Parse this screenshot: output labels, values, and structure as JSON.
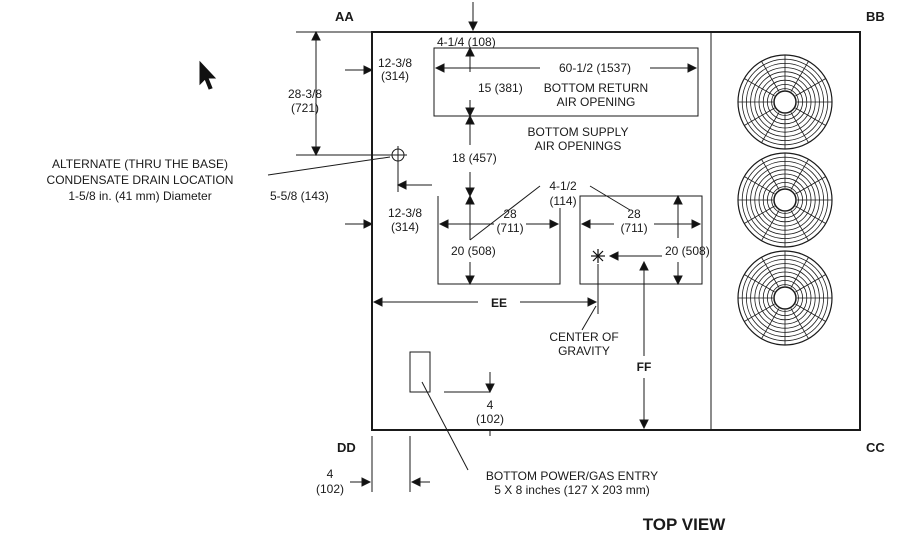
{
  "corners": {
    "aa": "AA",
    "bb": "BB",
    "cc": "CC",
    "dd": "DD"
  },
  "dims": {
    "d_4_1_4": "4-1/4 (108)",
    "d_60_1_2": "60-1/2 (1537)",
    "d_12_3_8_top_a": "12-3/8",
    "d_12_3_8_top_b": "(314)",
    "d_28_3_8_a": "28-3/8",
    "d_28_3_8_b": "(721)",
    "d_15": "15 (381)",
    "d_18": "18 (457)",
    "d_5_5_8": "5-5/8 (143)",
    "d_12_3_8_mid_a": "12-3/8",
    "d_12_3_8_mid_b": "(314)",
    "d_4_1_2_a": "4-1/2",
    "d_4_1_2_b": "(114)",
    "d_28_left_a": "28",
    "d_28_left_b": "(711)",
    "d_28_right_a": "28",
    "d_28_right_b": "(711)",
    "d_20_left": "20 (508)",
    "d_20_right": "20 (508)",
    "d_4_center_a": "4",
    "d_4_center_b": "(102)",
    "d_4_bottom_a": "4",
    "d_4_bottom_b": "(102)",
    "ee": "EE",
    "ff": "FF"
  },
  "labels": {
    "return_1": "BOTTOM RETURN",
    "return_2": "AIR OPENING",
    "supply_1": "BOTTOM SUPPLY",
    "supply_2": "AIR OPENINGS",
    "drain_1": "ALTERNATE (THRU THE BASE)",
    "drain_2": "CONDENSATE DRAIN LOCATION",
    "drain_3": "1-5/8 in. (41 mm) Diameter",
    "cog_1": "CENTER OF",
    "cog_2": "GRAVITY",
    "power_1": "BOTTOM POWER/GAS ENTRY",
    "power_2": "5 X 8 inches (127 X 203 mm)"
  },
  "title": "TOP VIEW",
  "fans": {
    "count": 3,
    "icon": "condenser-fan-icon"
  },
  "cursor": {
    "icon": "mouse-pointer-icon"
  }
}
